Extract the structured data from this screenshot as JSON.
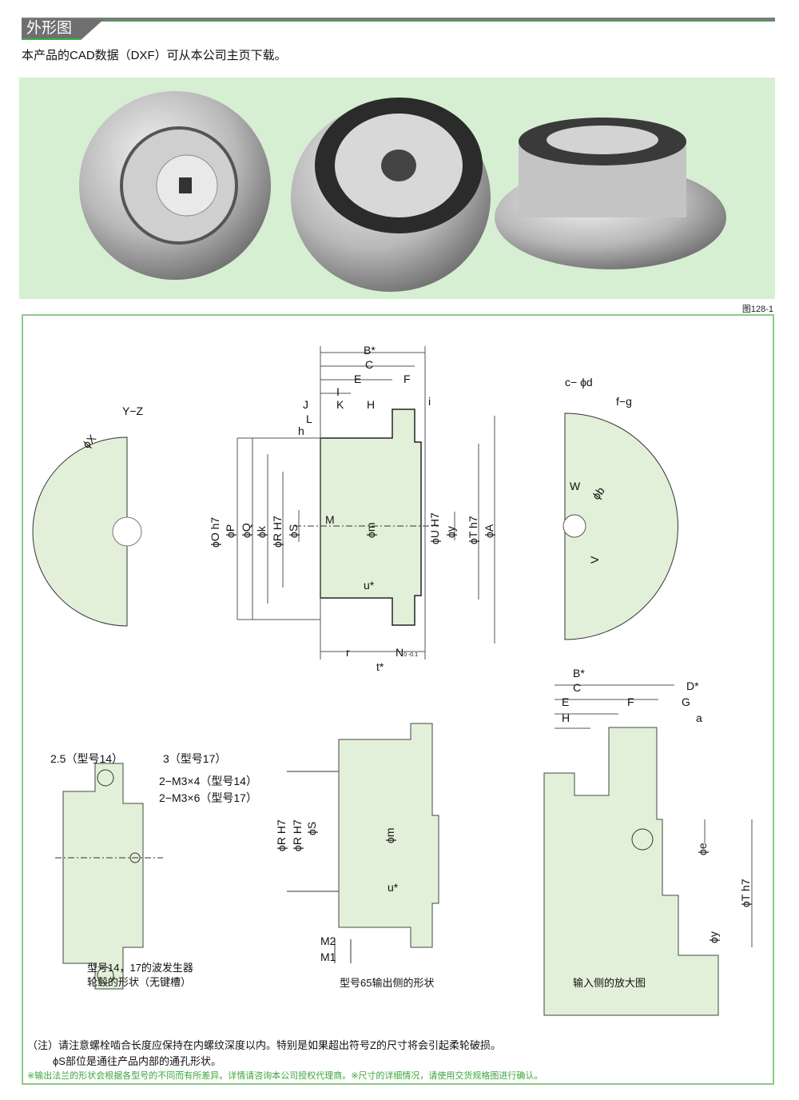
{
  "section_title": "外形图",
  "intro": "本产品的CAD数据（DXF）可从本公司主页下载。",
  "figure_number": "图128-1",
  "colors": {
    "accent": "#3cb043",
    "part_fill": "#e2f0d9",
    "photo_bg": "#d6efd2",
    "panel_border": "#8dcb86"
  },
  "main_labels": {
    "B": "B*",
    "C": "C",
    "E": "E",
    "F": "F",
    "I": "I",
    "J": "J",
    "K": "K",
    "H": "H",
    "L": "L",
    "h": "h",
    "i": "i",
    "Oh7": "ϕO h7",
    "P": "ϕP",
    "Q": "ϕQ",
    "k": "ϕk",
    "RH7": "ϕR H7",
    "S": "ϕS",
    "M": "M",
    "m": "ϕm",
    "UH7": "ϕU H7",
    "y": "ϕy",
    "Th7": "ϕT h7",
    "A": "ϕA",
    "u": "u*",
    "r": "r",
    "t": "t*",
    "N": "N",
    "N_tol": "0 -0.1"
  },
  "left_view": {
    "YZ": "Y−Z",
    "X": "ϕX"
  },
  "right_view": {
    "cd": "c− ϕd",
    "fg": "f−g",
    "W": "W",
    "b": "ϕb",
    "V": "V"
  },
  "hub_view": {
    "d1": "2.5（型号14）",
    "d2": "3（型号17）",
    "m1": "2−M3×4（型号14）",
    "m2": "2−M3×6（型号17）",
    "caption1": "型号14，17的波发生器",
    "caption2": "轮毂的形状（无键槽）"
  },
  "out65_view": {
    "RH7a": "ϕR H7",
    "RH7b": "ϕR H7",
    "S": "ϕS",
    "m": "ϕm",
    "u": "u*",
    "M2": "M2",
    "M1": "M1",
    "caption": "型号65输出侧的形状"
  },
  "input_view": {
    "B": "B*",
    "C": "C",
    "D": "D*",
    "E": "E",
    "F": "F",
    "G": "G",
    "H": "H",
    "a": "a",
    "e": "ϕe",
    "Th7": "ϕT h7",
    "y": "ϕy",
    "caption": "输入侧的放大图"
  },
  "notes": [
    "（注）请注意螺栓啮合长度应保持在内螺纹深度以内。特别是如果超出符号Z的尺寸将会引起柔轮破损。",
    "ϕS部位是通往产品内部的通孔形状。"
  ],
  "green_note": "※输出法兰的形状会根据各型号的不同而有所差异。详情请咨询本公司授权代理商。※尺寸的详细情况，请使用交货规格图进行确认。"
}
